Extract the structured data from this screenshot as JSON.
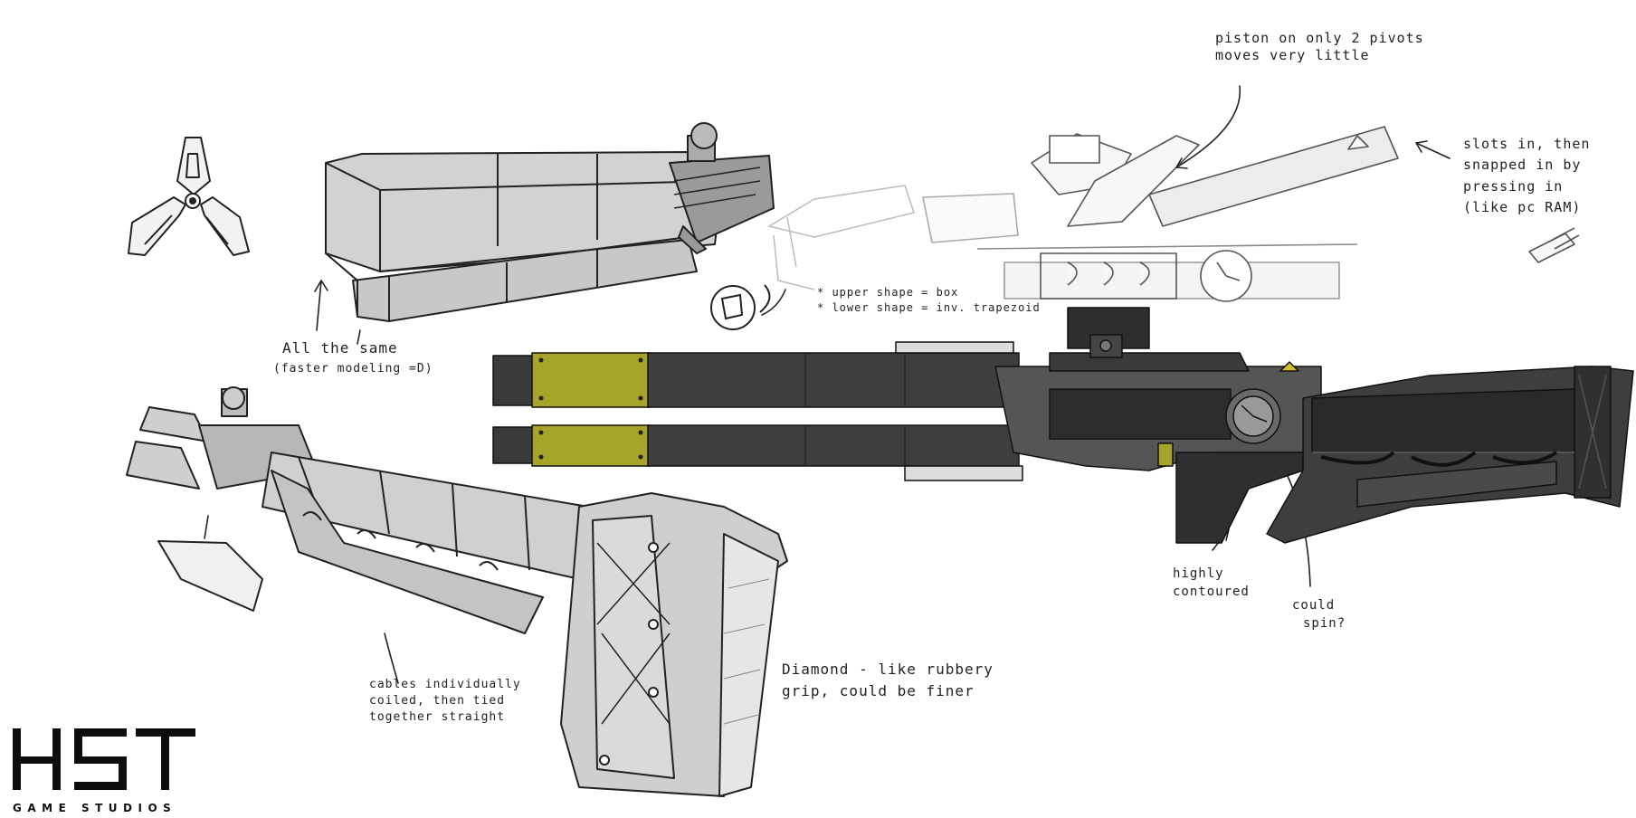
{
  "logo": {
    "mark": "HST",
    "subtitle": "GAME STUDIOS"
  },
  "notes": {
    "piston": [
      "piston on only 2 pivots",
      "moves very little"
    ],
    "slots": [
      "slots in, then",
      "snapped in by",
      "pressing in",
      "(like pc RAM)"
    ],
    "all_same": [
      "All the same",
      "(faster modeling =D)"
    ],
    "shape": [
      "* upper shape = box",
      "* lower shape = inv. trapezoid"
    ],
    "cables": [
      "cables individually",
      "coiled, then tied",
      "together straight"
    ],
    "diamond": [
      "Diamond - like rubbery",
      "grip, could be finer"
    ],
    "contoured": [
      "highly",
      "contoured"
    ],
    "spin": [
      "could",
      "spin?"
    ]
  },
  "colors": {
    "ink": "#1a1a1a",
    "sketch_fill": "#d4d4d4",
    "dark_body": "#3c3c3c",
    "darker_body": "#2a2a2a",
    "accent_yellow": "#a6a52a"
  }
}
